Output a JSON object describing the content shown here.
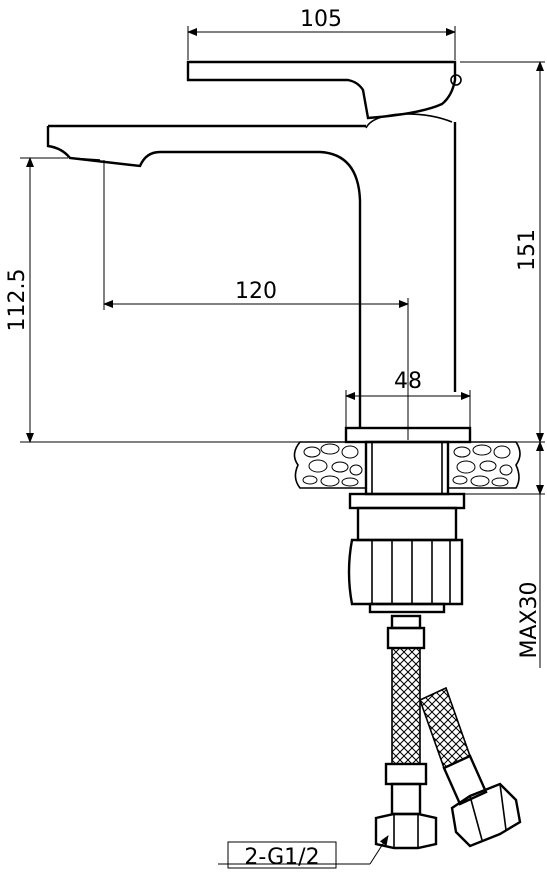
{
  "dimensions": {
    "handle_width": "105",
    "total_height": "151",
    "spout_height": "112.5",
    "spout_reach": "120",
    "base_diameter": "48",
    "max_deck_thickness": "MAX30",
    "thread_spec": "2-G1/2"
  },
  "icons": {
    "faucet": "faucet-outline",
    "counter": "stone-countertop-section",
    "hoses": "braided-supply-hoses"
  },
  "colors": {
    "line": "#000000",
    "background": "#ffffff"
  }
}
